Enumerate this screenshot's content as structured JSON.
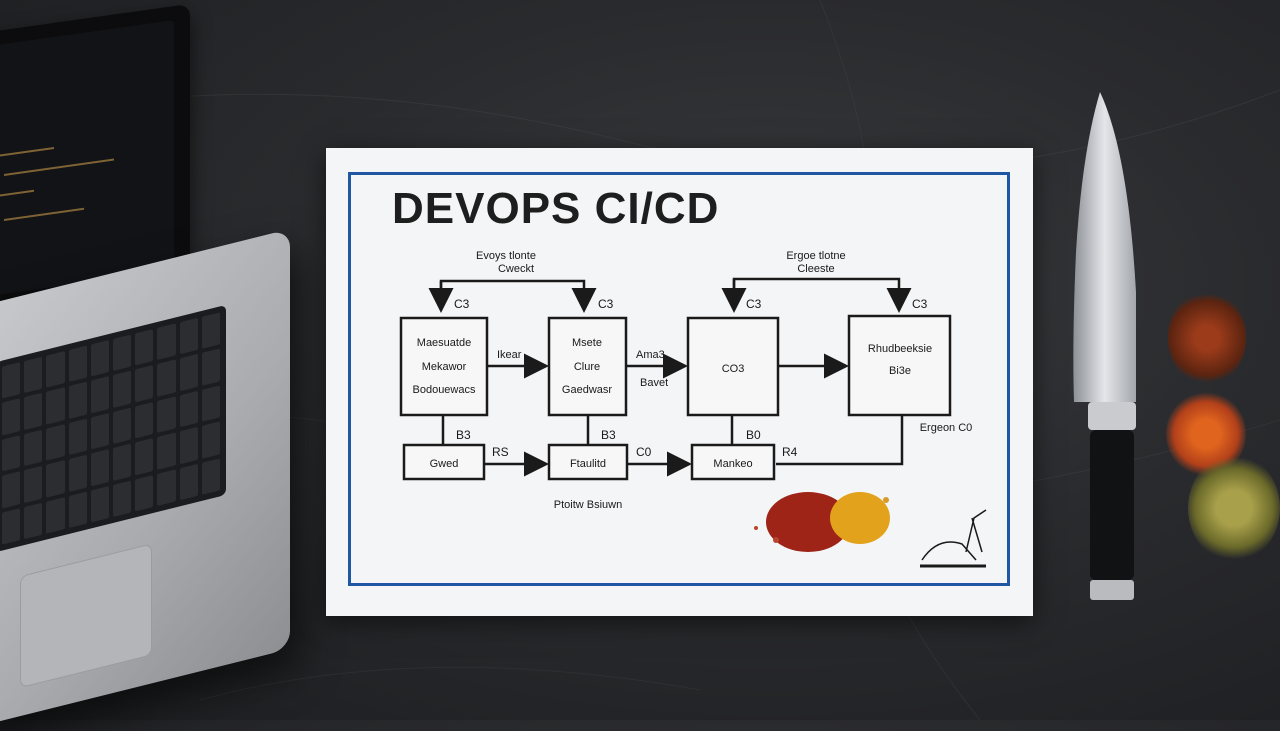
{
  "document": {
    "title": "DEVOPS CI/CD",
    "top_label_left": [
      "Evoys tlonte",
      "Cweckt"
    ],
    "top_label_right": [
      "Ergoe tlotne",
      "Cleeste"
    ],
    "box_labels": {
      "b1": [
        "Maesuatde",
        "Mekawor",
        "Bodouewacs"
      ],
      "b2": [
        "Msete",
        "Clure",
        "Gaedwasr"
      ],
      "b3": [
        "CO3"
      ],
      "b4": [
        "Rhudbeeksie",
        "Bi3e"
      ],
      "s1": [
        "Gwed"
      ],
      "s2": [
        "Ftaulitd"
      ],
      "s3": [
        "Mankeo"
      ]
    },
    "tags": {
      "t1": "C3",
      "t2": "C3",
      "t3": "C3",
      "t4": "C3",
      "t5": "B3",
      "t6": "B3",
      "t7": "B0",
      "t8": "RS",
      "t9": "C0",
      "t10": "R4"
    },
    "edge_labels": {
      "e1": "Ikear",
      "e2a": "Ama3.",
      "e2b": "Bavet",
      "bottom": "Ptoitw Bsiuwn",
      "right": "Ergeon C0"
    }
  },
  "colors": {
    "border_blue": "#1f57a3",
    "paper": "#f4f5f6",
    "table": "#2a2b2e"
  }
}
